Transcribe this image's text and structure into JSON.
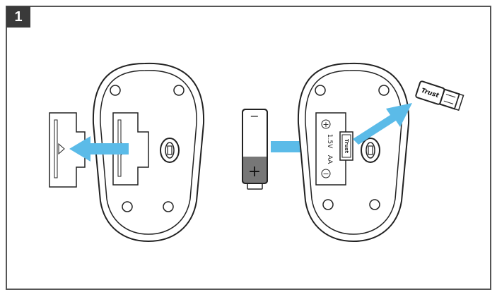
{
  "step": {
    "number": "1"
  },
  "battery": {
    "minus_sign": "−",
    "plus_sign": "+"
  },
  "battery_compartment": {
    "type_label": "AA",
    "voltage_label": "1.5V",
    "plus_symbol": "+",
    "minus_symbol": "−"
  },
  "receiver": {
    "brand": "Trust"
  },
  "colors": {
    "arrow": "#5bbbe8",
    "outline": "#222222",
    "frame": "#555555",
    "badge": "#3a3a3a",
    "battery_cap": "#777777"
  }
}
